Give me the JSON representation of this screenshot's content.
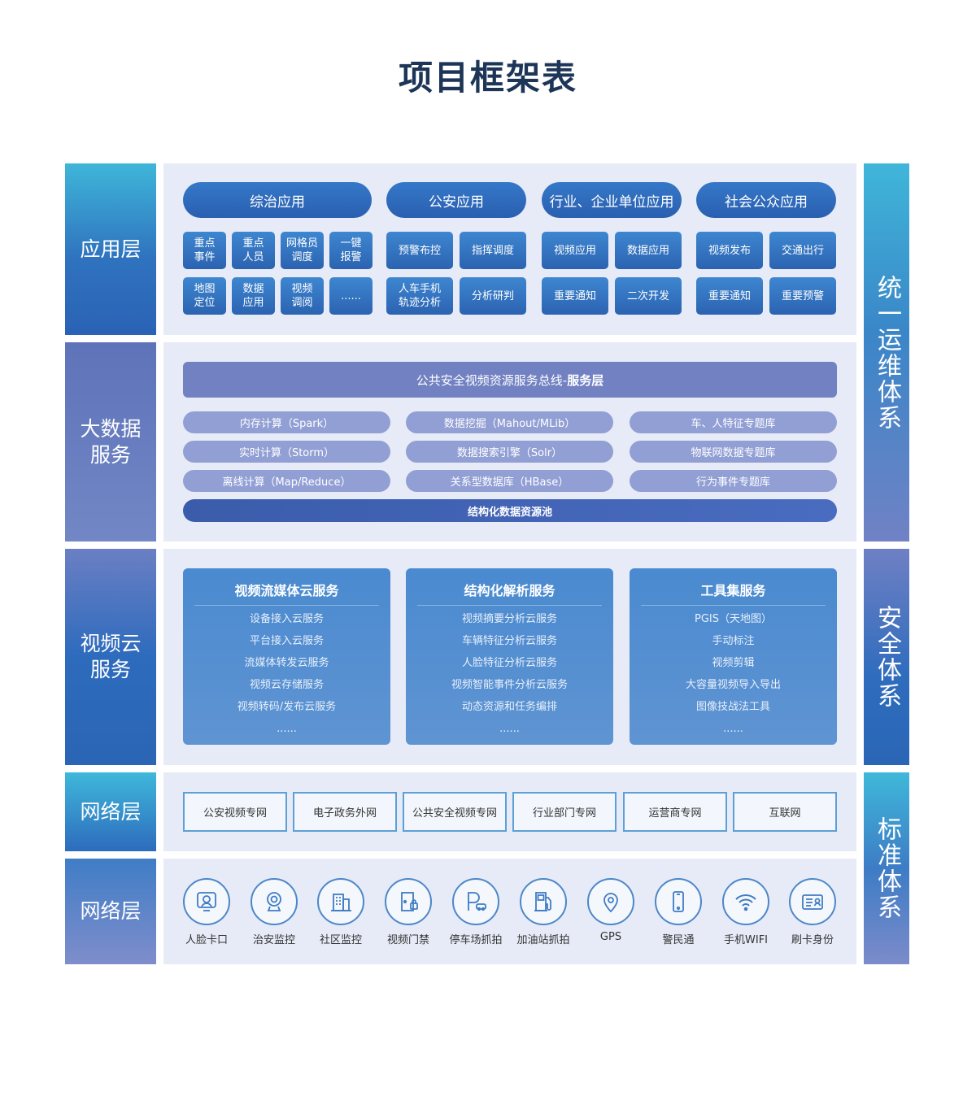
{
  "title": "项目框架表",
  "layers": {
    "app": "应用层",
    "bigdata": "大数据\n服务",
    "video": "视频云\n服务",
    "network": "网络层",
    "terminal": "网络层"
  },
  "systems": {
    "ops": "统一运维体系",
    "security": "安全体系",
    "standard": "标准体系"
  },
  "app_layer": {
    "groups": [
      {
        "name": "综治应用",
        "items": [
          "重点\n事件",
          "重点\n人员",
          "网格员\n调度",
          "一键\n报警",
          "地图\n定位",
          "数据\n应用",
          "视频\n调阅",
          "......"
        ]
      },
      {
        "name": "公安应用",
        "items": [
          "预警布控",
          "指挥调度",
          "人车手机\n轨迹分析",
          "分析研判"
        ]
      },
      {
        "name": "行业、企业单位应用",
        "items": [
          "视频应用",
          "数据应用",
          "重要通知",
          "二次开发"
        ]
      },
      {
        "name": "社会公众应用",
        "items": [
          "视频发布",
          "交通出行",
          "重要通知",
          "重要预警"
        ]
      }
    ]
  },
  "bigdata_layer": {
    "bus_prefix": "公共安全视频资源服务总线-",
    "bus_bold": "服务层",
    "columns": [
      [
        "内存计算（Spark）",
        "实时计算（Storm）",
        "离线计算（Map/Reduce）"
      ],
      [
        "数据挖掘（Mahout/MLib）",
        "数据搜索引擎（Solr）",
        "关系型数据库（HBase）"
      ],
      [
        "车、人特征专题库",
        "物联网数据专题库",
        "行为事件专题库"
      ]
    ],
    "pool": "结构化数据资源池"
  },
  "video_layer": {
    "cards": [
      {
        "title": "视频流媒体云服务",
        "items": [
          "设备接入云服务",
          "平台接入云服务",
          "流媒体转发云服务",
          "视频云存储服务",
          "视频转码/发布云服务",
          "......"
        ]
      },
      {
        "title": "结构化解析服务",
        "items": [
          "视频摘要分析云服务",
          "车辆特征分析云服务",
          "人脸特征分析云服务",
          "视频智能事件分析云服务",
          "动态资源和任务编排",
          "......"
        ]
      },
      {
        "title": "工具集服务",
        "items": [
          "PGIS（天地图）",
          "手动标注",
          "视频剪辑",
          "大容量视频导入导出",
          "图像技战法工具",
          "......"
        ]
      }
    ]
  },
  "network_layer": {
    "items": [
      "公安视频专网",
      "电子政务外网",
      "公共安全视频专网",
      "行业部门专网",
      "运营商专网",
      "互联网"
    ]
  },
  "terminal_layer": {
    "devices": [
      {
        "label": "人脸卡口",
        "icon": "face-checkpoint-icon"
      },
      {
        "label": "治安监控",
        "icon": "webcam-icon"
      },
      {
        "label": "社区监控",
        "icon": "building-icon"
      },
      {
        "label": "视频门禁",
        "icon": "door-lock-icon"
      },
      {
        "label": "停车场抓拍",
        "icon": "parking-icon"
      },
      {
        "label": "加油站抓拍",
        "icon": "fuel-pump-icon"
      },
      {
        "label": "GPS",
        "icon": "location-pin-icon"
      },
      {
        "label": "警民通",
        "icon": "mobile-phone-icon"
      },
      {
        "label": "手机WIFI",
        "icon": "wifi-icon"
      },
      {
        "label": "刷卡身份",
        "icon": "id-card-icon"
      }
    ]
  },
  "colors": {
    "title": "#1d3557",
    "panel_bg": "#e6ebf7",
    "accent_blue": "#2a5fb0",
    "bigdata_pill": "#929fd4",
    "network_border": "#5da0d5"
  }
}
